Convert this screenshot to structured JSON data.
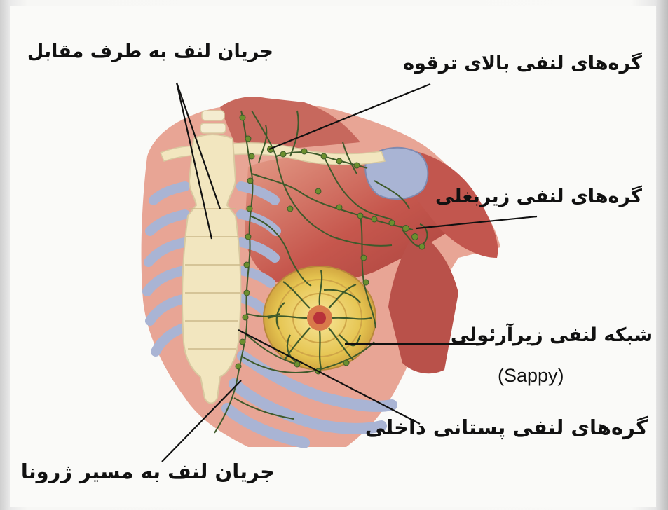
{
  "labels": {
    "contralateral_flow": "جریان لنف به طرف مقابل",
    "supraclavicular_nodes": "گره‌های لنفی بالای ترقوه",
    "axillary_nodes": "گره‌های لنفی زیربغلی",
    "subareolar_plexus": "شبکه لنفی زیرآرئولی",
    "sappy": "(Sappy)",
    "internal_mammary_nodes": "گره‌های لنفی پستانی داخلی",
    "flow_to_liver": "جریان لنف به مسیر ژرونا"
  },
  "colors": {
    "muscle": "#c2564e",
    "muscle_light": "#dd8a77",
    "bone": "#f2e6bf",
    "cartilage": "#a9b4d4",
    "breast": "#e7c74f",
    "nipple": "#b8323a",
    "lymph_vessel": "#3e5a2b",
    "lymph_node": "#6c8f2f"
  }
}
